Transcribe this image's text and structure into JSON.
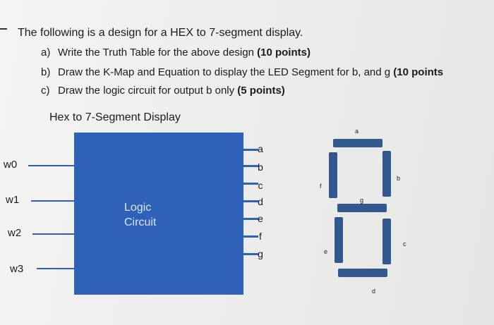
{
  "question": {
    "intro": "The following is a design for a HEX to 7-segment display.",
    "items": [
      {
        "marker": "a)",
        "text": "Write the Truth Table for the above design ",
        "bold": ""
      },
      {
        "marker": "b)",
        "text": "Draw the K-Map and Equation to display the LED Segment for b, and g ",
        "bold": "(10 points"
      },
      {
        "marker": "c)",
        "text": "Draw the logic circuit for output b only ",
        "bold": "(5 points)"
      }
    ],
    "item_a_bold": "(10 points)"
  },
  "figure": {
    "title": "Hex to 7-Segment Display",
    "block_label_line1": "Logic",
    "block_label_line2": "Circuit",
    "inputs": [
      "w0",
      "w1",
      "w2",
      "w3"
    ],
    "outputs": [
      "a",
      "b",
      "c",
      "d",
      "e",
      "f",
      "g"
    ],
    "segment_labels": {
      "a": "a",
      "b": "b",
      "c": "c",
      "d": "d",
      "e": "e",
      "f": "f",
      "g": "g"
    }
  },
  "colors": {
    "block": "#2e62b8",
    "segment": "#33588f"
  }
}
